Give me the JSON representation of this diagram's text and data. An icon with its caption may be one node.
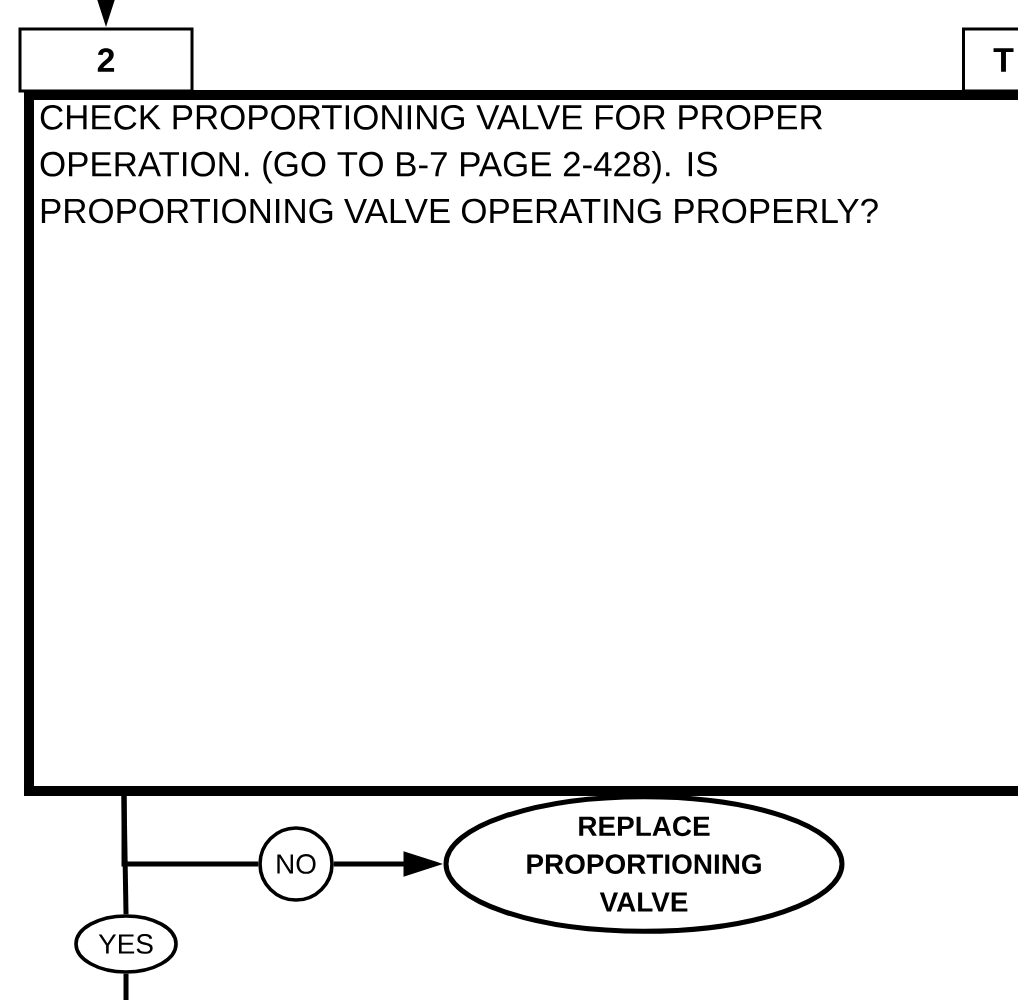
{
  "diagram": {
    "nodes": [
      {
        "text": [
          "2"
        ]
      },
      {
        "text": [
          "T"
        ]
      },
      {
        "text": [
          "CHECK PROPORTIONING VALVE FOR PROPER OPERATION. (GO TO B-7 PAGE 2-428). IS PROPORTIONING VALVE OPERATING PROPERLY?"
        ]
      },
      {
        "text": [
          "NO"
        ]
      },
      {
        "text": [
          "REPLACE PROPORTIONING VALVE"
        ]
      },
      {
        "text": [
          "YES"
        ]
      }
    ],
    "edges": [
      {
        "from": null,
        "to": 0,
        "arrow": "to"
      },
      {
        "from": 2,
        "to": 3,
        "arrow": "none"
      },
      {
        "from": 2,
        "to": 5,
        "arrow": "none"
      },
      {
        "from": 3,
        "to": 4,
        "arrow": "to"
      },
      {
        "from": 5,
        "to": null,
        "arrow": "none"
      }
    ]
  }
}
